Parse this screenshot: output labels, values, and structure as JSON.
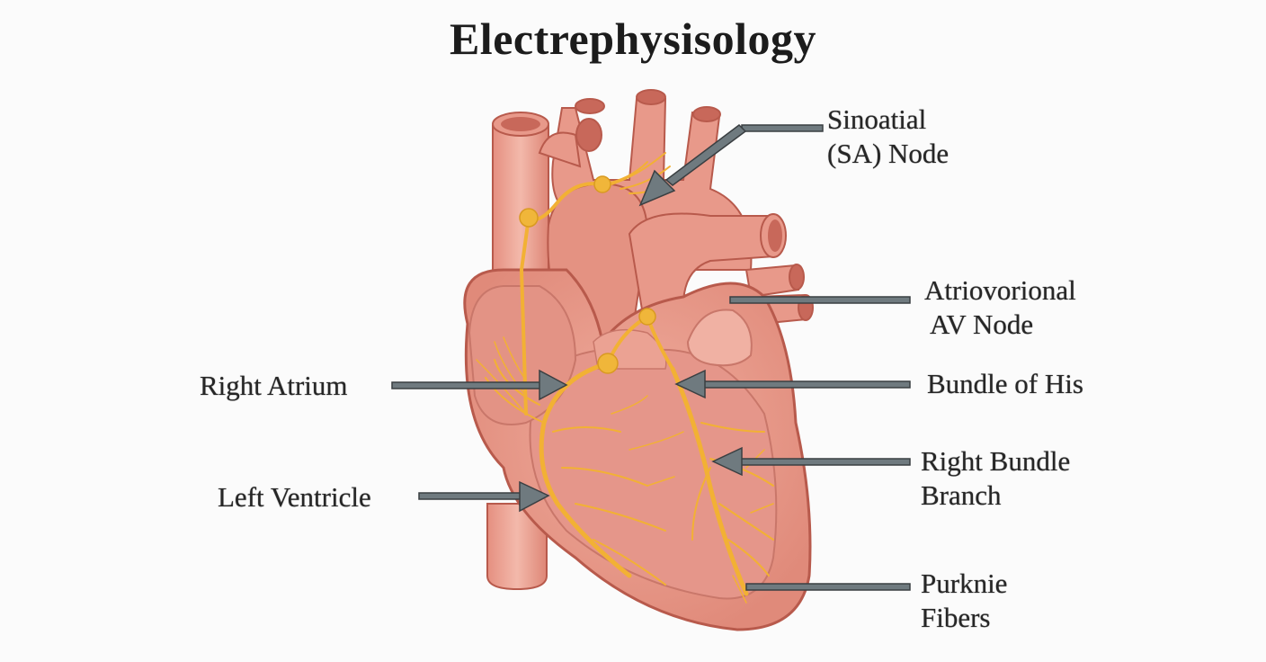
{
  "title": "Electrephysisology",
  "colors": {
    "background": "#fbfbfb",
    "heart_fill": "#e8998a",
    "heart_light": "#f1b4a6",
    "heart_outline": "#b85a4c",
    "conduction": "#f2b134",
    "node": "#f0b63a",
    "arrow_fill": "#6f7a7f",
    "arrow_stroke": "#3a3f42",
    "text": "#262626"
  },
  "labels": {
    "sa_node": {
      "line1": "Sinoatial",
      "line2": "(SA) Node"
    },
    "av_node": {
      "line1": "Atriovorional",
      "line2": "AV Node"
    },
    "bundle_of_his": {
      "line1": "Bundle of His"
    },
    "right_bundle_branch": {
      "line1": "Right Bundle",
      "line2": "Branch"
    },
    "purkinje_fibers": {
      "line1": "Purknie",
      "line2": "Fibers"
    },
    "right_atrium": {
      "line1": "Right Atrium"
    },
    "left_ventricle": {
      "line1": "Left Ventricle"
    }
  }
}
